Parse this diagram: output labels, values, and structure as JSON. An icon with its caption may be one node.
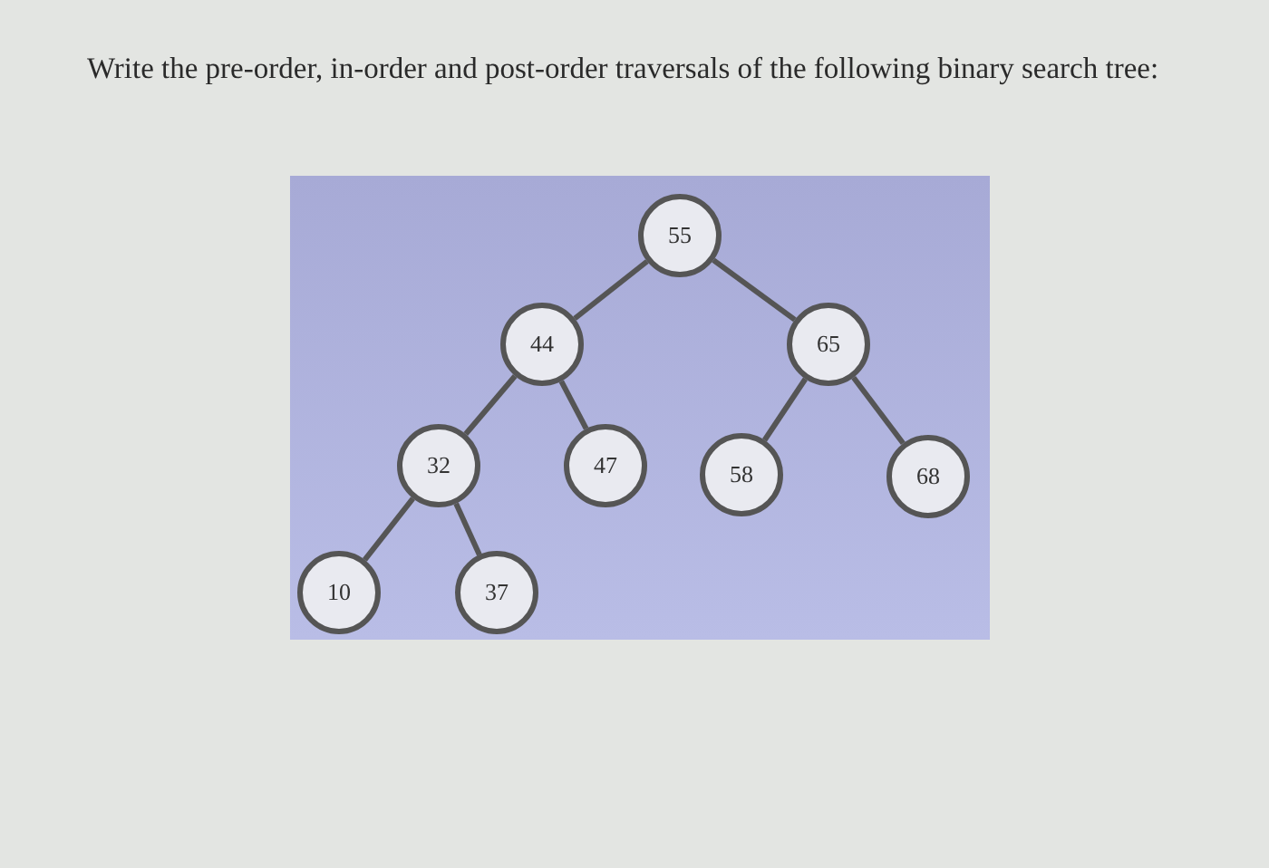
{
  "diagram": {
    "title": "Write the pre-order, in-order and post-order traversals of the following binary search tree:",
    "nodes": [
      {
        "text": [
          "55"
        ]
      },
      {
        "text": [
          "44"
        ]
      },
      {
        "text": [
          "65"
        ]
      },
      {
        "text": [
          "32"
        ]
      },
      {
        "text": [
          "47"
        ]
      },
      {
        "text": [
          "58"
        ]
      },
      {
        "text": [
          "68"
        ]
      },
      {
        "text": [
          "10"
        ]
      },
      {
        "text": [
          "37"
        ]
      }
    ],
    "edges": [
      {
        "from": 0,
        "to": 1,
        "arrow": "none"
      },
      {
        "from": 0,
        "to": 2,
        "arrow": "none"
      },
      {
        "from": 1,
        "to": 3,
        "arrow": "none"
      },
      {
        "from": 1,
        "to": 4,
        "arrow": "none"
      },
      {
        "from": 2,
        "to": 5,
        "arrow": "none"
      },
      {
        "from": 2,
        "to": 6,
        "arrow": "none"
      },
      {
        "from": 3,
        "to": 7,
        "arrow": "none"
      },
      {
        "from": 3,
        "to": 8,
        "arrow": "none"
      }
    ]
  }
}
